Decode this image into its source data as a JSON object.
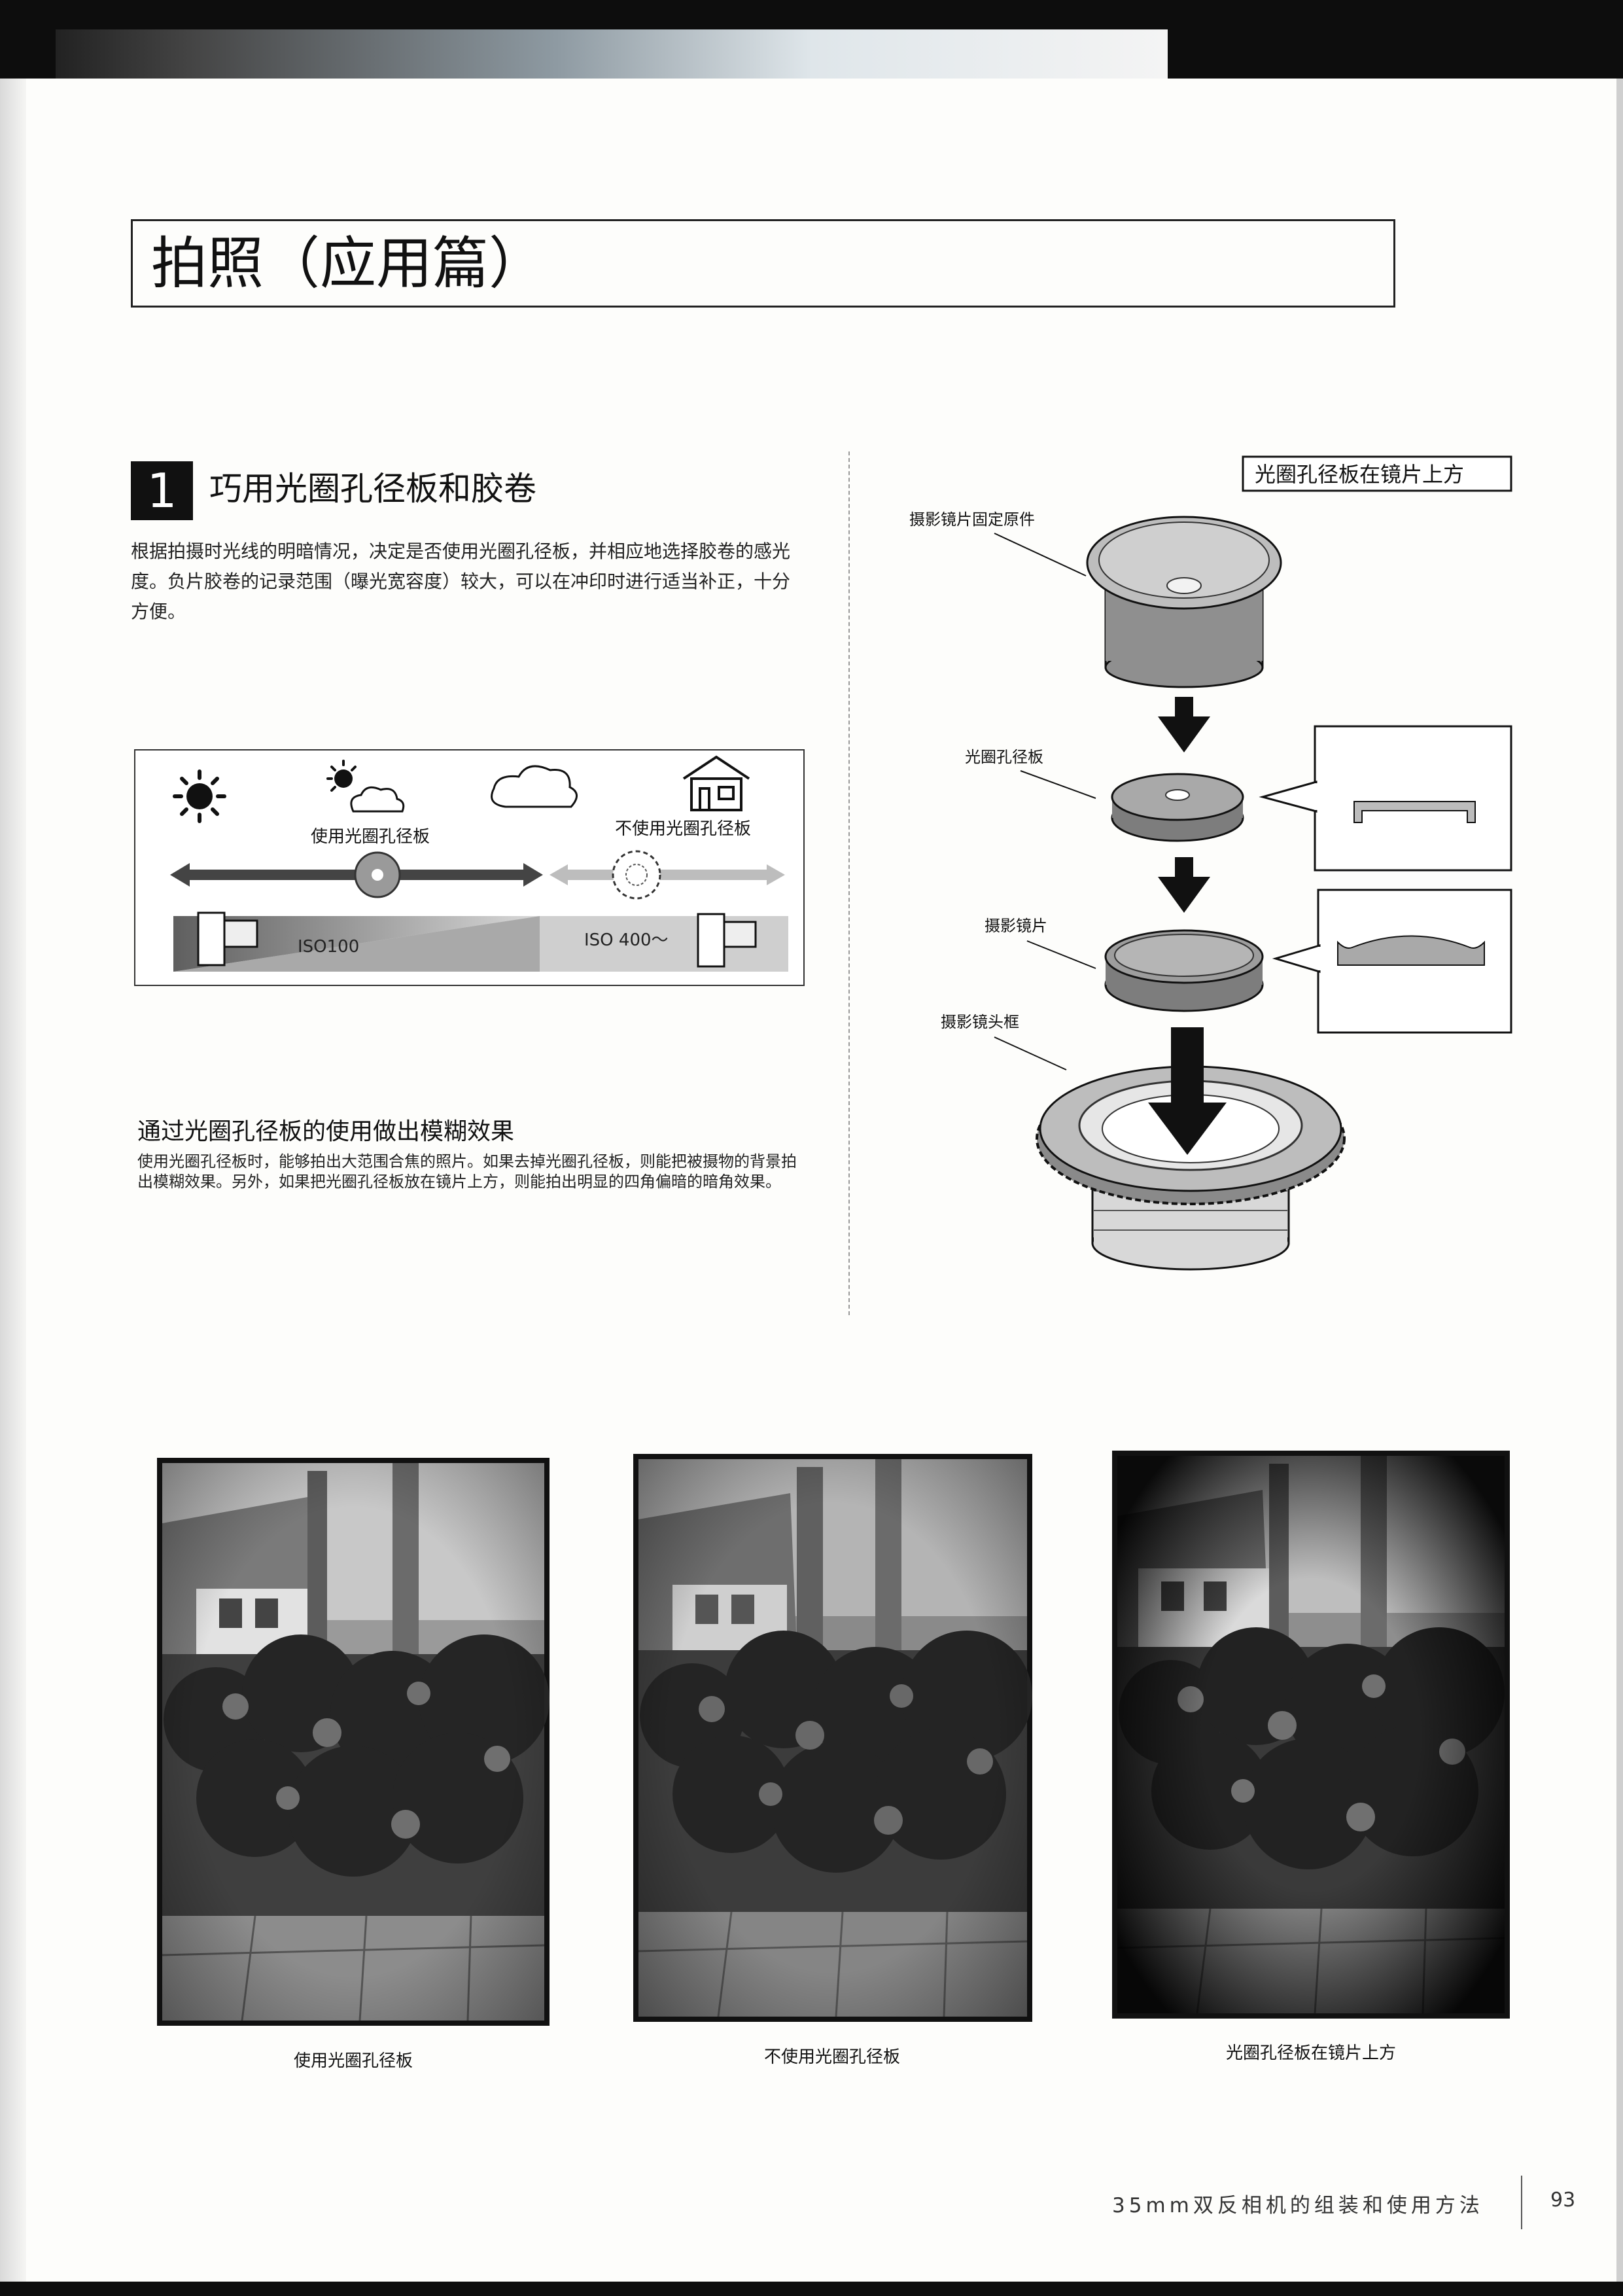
{
  "chapter_title": "拍照（应用篇）",
  "section": {
    "number": "1",
    "title": "巧用光圈孔径板和胶卷",
    "paragraph": "根据拍摄时光线的明暗情况，决定是否使用光圈孔径板，并相应地选择胶卷的感光度。负片胶卷的记录范围（曝光宽容度）较大，可以在冲印时进行适当补正，十分方便。"
  },
  "light_scale": {
    "use_label": "使用光圈孔径板",
    "no_use_label": "不使用光圈孔径板",
    "film_low": "ISO100",
    "film_high": "ISO 400～"
  },
  "subsection": {
    "heading": "通过光圈孔径板的使用做出模糊效果",
    "paragraph": "使用光圈孔径板时，能够拍出大范围合焦的照片。如果去掉光圈孔径板，则能把被摄物的背景拍出模糊效果。另外，如果把光圈孔径板放在镜片上方，则能拍出明显的四角偏暗的暗角效果。"
  },
  "assembly": {
    "box_label": "光圈孔径板在镜片上方",
    "part_holder": "摄影镜片固定原件",
    "part_plate": "光圈孔径板",
    "part_lens": "摄影镜片",
    "part_frame": "摄影镜头框"
  },
  "photos": [
    {
      "caption": "使用光圈孔径板"
    },
    {
      "caption": "不使用光圈孔径板"
    },
    {
      "caption": "光圈孔径板在镜片上方"
    }
  ],
  "footer": {
    "book_title": "35mm双反相机的组装和使用方法",
    "page_number": "93"
  }
}
